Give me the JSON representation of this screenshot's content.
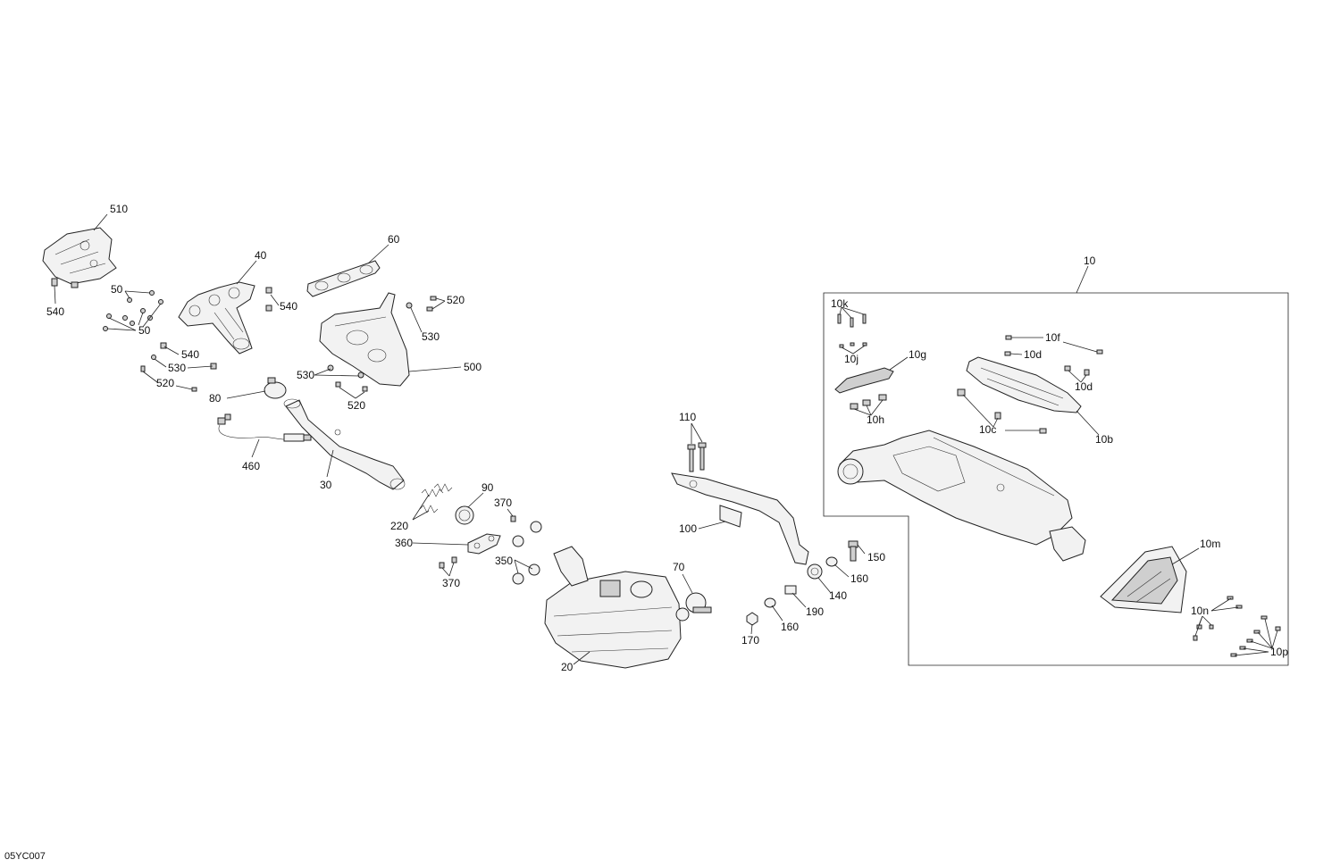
{
  "diagram": {
    "reference": "05YC007",
    "callouts": {
      "c510": "510",
      "c60": "60",
      "c40": "40",
      "c50a": "50",
      "c50b": "50",
      "c540a": "540",
      "c540b": "540",
      "c540c": "540",
      "c520a": "520",
      "c520b": "520",
      "c520c": "520",
      "c530a": "530",
      "c530b": "530",
      "c530c": "530",
      "c500": "500",
      "c80": "80",
      "c460": "460",
      "c30": "30",
      "c220": "220",
      "c90": "90",
      "c370a": "370",
      "c370b": "370",
      "c360": "360",
      "c350": "350",
      "c20": "20",
      "c70": "70",
      "c110": "110",
      "c100": "100",
      "c150": "150",
      "c160a": "160",
      "c160b": "160",
      "c140": "140",
      "c190": "190",
      "c170": "170",
      "c10": "10",
      "c10k": "10k",
      "c10j": "10j",
      "c10g": "10g",
      "c10h": "10h",
      "c10f": "10f",
      "c10d1": "10d",
      "c10d2": "10d",
      "c10c": "10c",
      "c10b": "10b",
      "c10m": "10m",
      "c10n": "10n",
      "c10p": "10p"
    }
  }
}
